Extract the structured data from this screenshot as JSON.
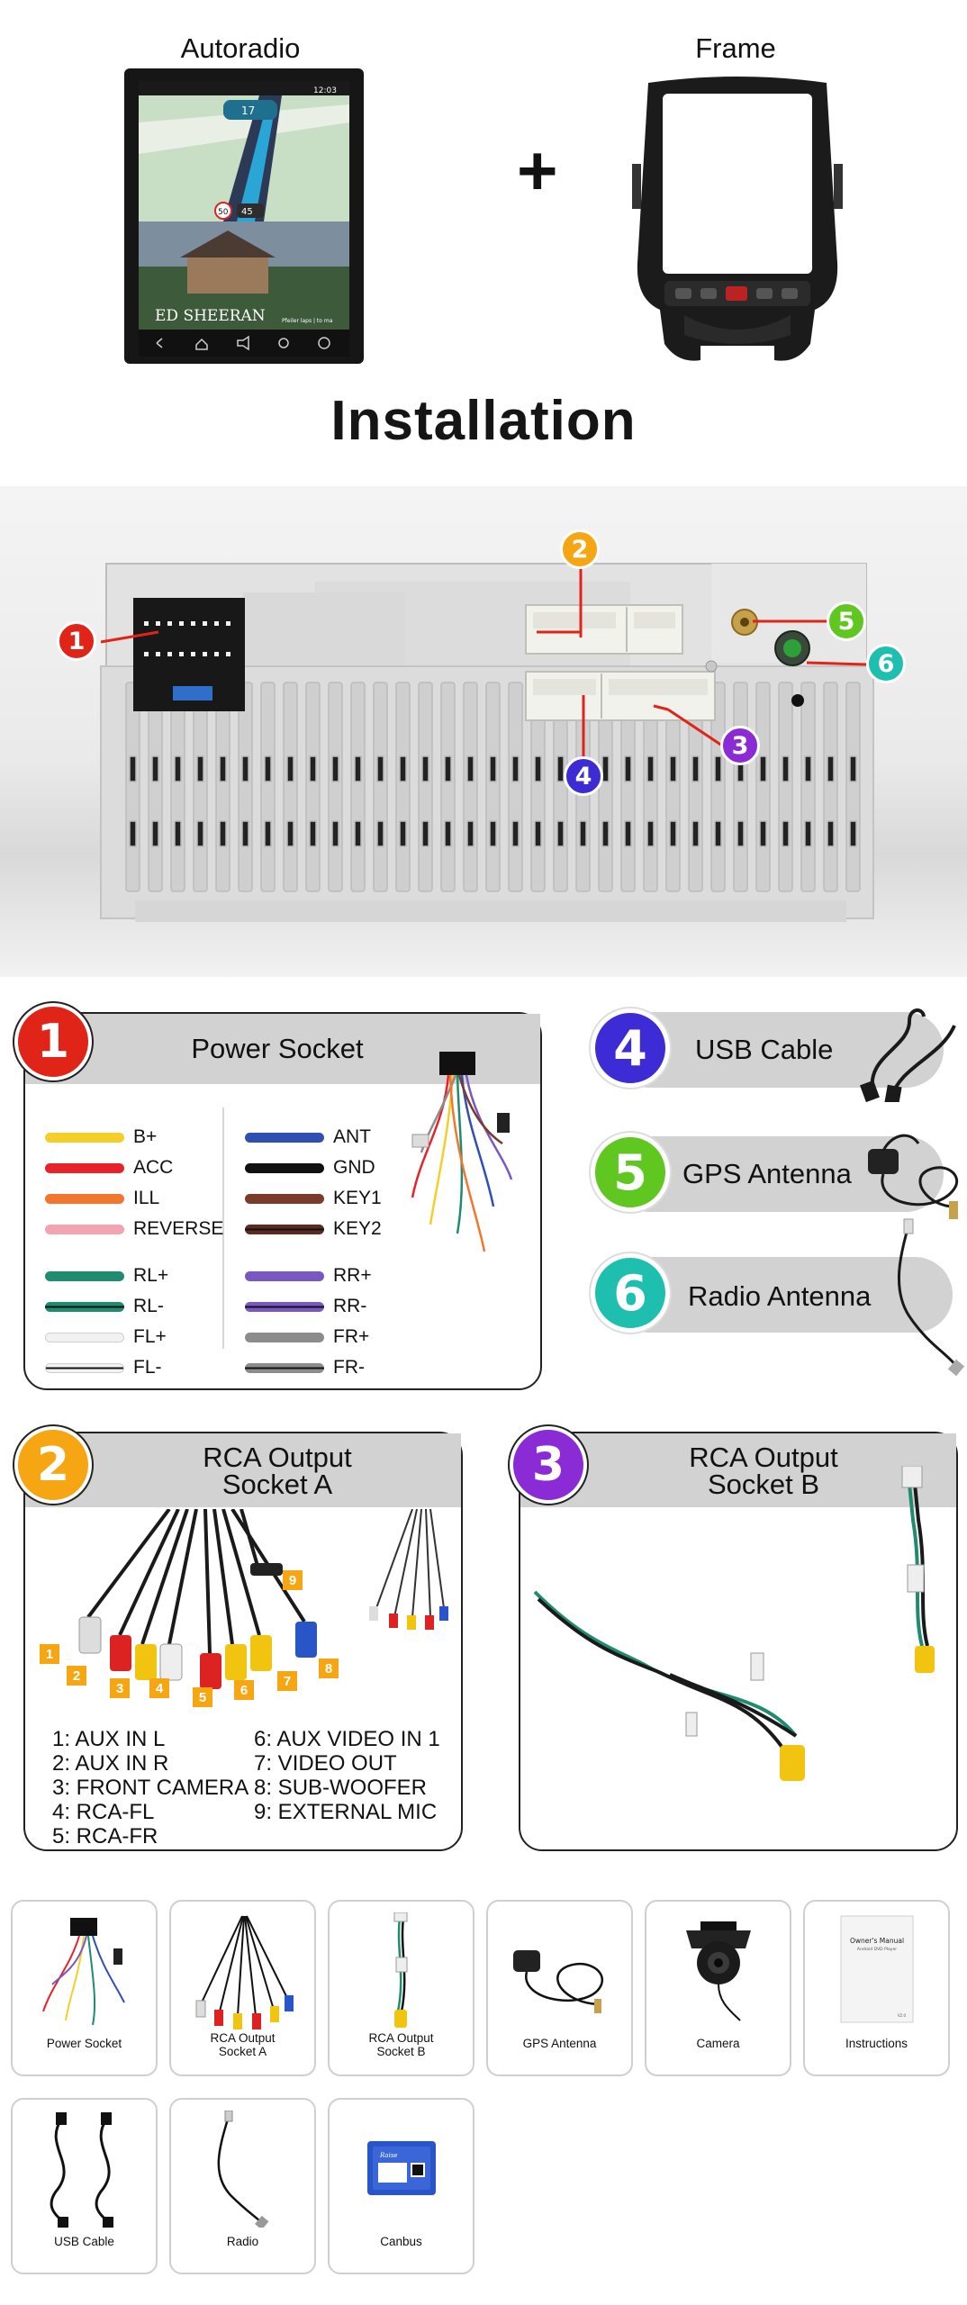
{
  "header": {
    "product1": "Autoradio",
    "plus": "+",
    "product2": "Frame",
    "section_title": "Installation"
  },
  "screen_ui": {
    "time": "12:03",
    "speed": "17",
    "speed_limit": "50",
    "distance": "45",
    "video_caption": "ED SHEERAN",
    "caption_small": "Pfeiler laps | to ma"
  },
  "badges": [
    {
      "num": "1",
      "color": "#e02418"
    },
    {
      "num": "2",
      "color": "#f5a612"
    },
    {
      "num": "3",
      "color": "#8b2bd6"
    },
    {
      "num": "4",
      "color": "#3d2bd6"
    },
    {
      "num": "5",
      "color": "#5fc71f"
    },
    {
      "num": "6",
      "color": "#1fbfb0"
    }
  ],
  "power_socket": {
    "title": "Power Socket",
    "left_wires": [
      {
        "label": "B+",
        "color": "#f4cf2a"
      },
      {
        "label": "ACC",
        "color": "#e8222a"
      },
      {
        "label": "ILL",
        "color": "#f3762f"
      },
      {
        "label": "REVERSE",
        "color": "#f4a3b0"
      },
      {
        "label": "RL+",
        "color": "#1f8c70"
      },
      {
        "label": "RL-",
        "color": "#1f8c70",
        "stripe": true
      },
      {
        "label": "FL+",
        "color": "#f2f2f2"
      },
      {
        "label": "FL-",
        "color": "#f2f2f2",
        "stripe": true
      }
    ],
    "right_wires": [
      {
        "label": "ANT",
        "color": "#2f4fb3"
      },
      {
        "label": "GND",
        "color": "#111111"
      },
      {
        "label": "KEY1",
        "color": "#7b3b2b"
      },
      {
        "label": "KEY2",
        "color": "#5a2c20",
        "stripe": true
      },
      {
        "label": "RR+",
        "color": "#7a58c2"
      },
      {
        "label": "RR-",
        "color": "#7a58c2",
        "stripe": true
      },
      {
        "label": "FR+",
        "color": "#8c8c8c"
      },
      {
        "label": "FR-",
        "color": "#8c8c8c",
        "stripe": true
      }
    ]
  },
  "side_items": [
    {
      "num": "4",
      "label": "USB Cable"
    },
    {
      "num": "5",
      "label": "GPS Antenna"
    },
    {
      "num": "6",
      "label": "Radio Antenna"
    }
  ],
  "rca_a": {
    "title_line1": "RCA Output",
    "title_line2": "Socket A",
    "legend_left": [
      "1: AUX IN L",
      "2: AUX IN R",
      "3: FRONT CAMERA",
      "4: RCA-FL",
      "5: RCA-FR"
    ],
    "legend_right": [
      "6: AUX VIDEO IN 1",
      "7: VIDEO OUT",
      "8: SUB-WOOFER",
      "9: EXTERNAL MIC"
    ],
    "plug_tags": [
      "1",
      "2",
      "3",
      "4",
      "5",
      "6",
      "7",
      "8",
      "9"
    ]
  },
  "rca_b": {
    "title_line1": "RCA Output",
    "title_line2": "Socket B"
  },
  "package": [
    {
      "label": "Power Socket",
      "icon": "power-harness-icon"
    },
    {
      "label": "RCA Output\nSocket A",
      "icon": "rca-a-harness-icon"
    },
    {
      "label": "RCA Output\nSocket B",
      "icon": "rca-b-harness-icon"
    },
    {
      "label": "GPS Antenna",
      "icon": "gps-antenna-icon"
    },
    {
      "label": "Camera",
      "icon": "camera-icon"
    },
    {
      "label": "Instructions",
      "icon": "manual-icon"
    },
    {
      "label": "USB Cable",
      "icon": "usb-cable-icon"
    },
    {
      "label": "Radio",
      "icon": "radio-antenna-icon"
    },
    {
      "label": "Canbus",
      "icon": "canbus-icon"
    }
  ],
  "manual_text": {
    "title": "Owner's Manual",
    "subtitle": "Android DVD Player",
    "footer": "V2.0"
  },
  "canbus_text": "Raise"
}
